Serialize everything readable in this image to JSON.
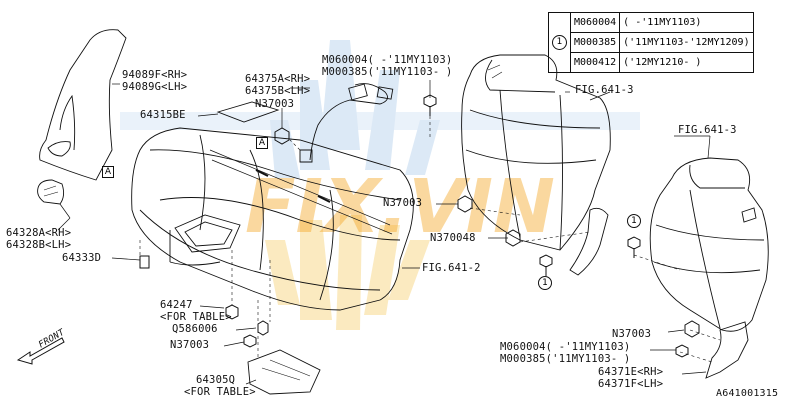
{
  "diagram_id": "A641001315",
  "watermark": "FIX.VIN",
  "front_label": "FRONT",
  "box_marker": "A",
  "circle_marker": "1",
  "code_table": {
    "rows": [
      {
        "code": "M060004",
        "range": "( -'11MY1103)"
      },
      {
        "code": "M000385",
        "range": "('11MY1103-'12MY1209)"
      },
      {
        "code": "M000412",
        "range": "('12MY1210- )"
      }
    ]
  },
  "labels": {
    "p94089f": "94089F<RH>",
    "p94089g": "94089G<LH>",
    "p64328a": "64328A",
    "p64328a_side": "<RH>",
    "p64328b": "64328B<LH>",
    "p64333d": "64333D",
    "p64315be": "64315BE",
    "p64375a": "64375A<RH>",
    "p64375b": "64375B<LH>",
    "n37003_top": "N37003",
    "m060004_top": "M060004( -'11MY1103)",
    "m000385_top": "M000385('11MY1103- )",
    "fig641_3_a": "FIG.641-3",
    "fig641_3_b": "FIG.641-3",
    "fig641_2": "FIG.641-2",
    "n37003_mid": "N37003",
    "n370048": "N370048",
    "p64247": "64247",
    "for_table_1": "<FOR TABLE>",
    "q586006": "Q586006",
    "n37003_bot": "N37003",
    "p64305q": "64305Q",
    "for_table_2": "<FOR TABLE>",
    "n37003_right": "N37003",
    "m060004_bot": "M060004( -'11MY1103)",
    "m000385_bot": "M000385('11MY1103- )",
    "p64371e": "64371E<RH>",
    "p64371f": "64371F<LH>"
  }
}
